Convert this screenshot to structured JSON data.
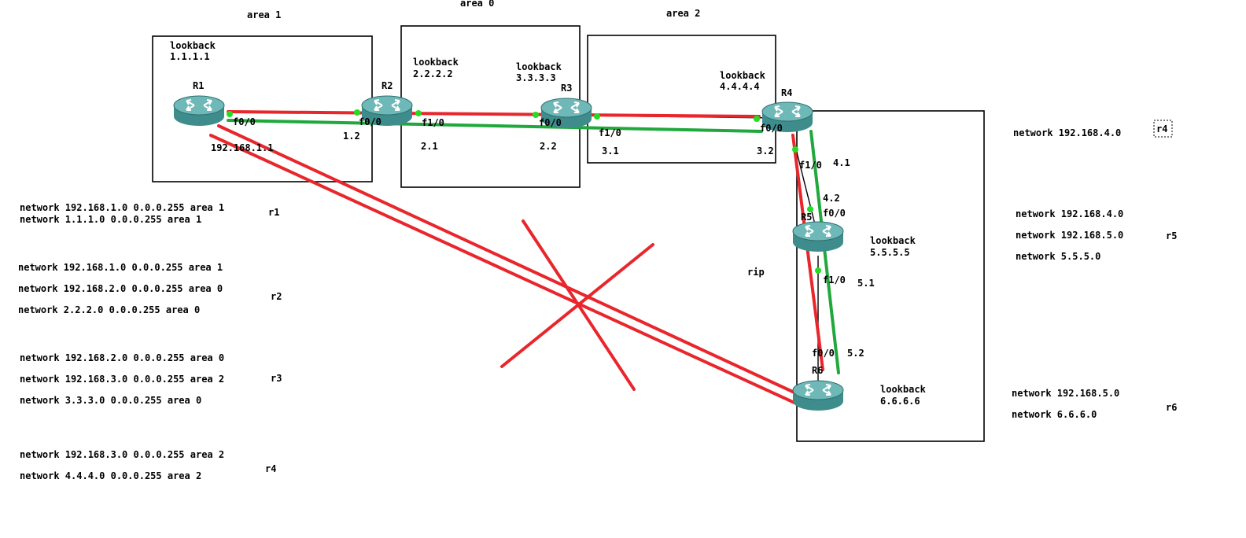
{
  "colors": {
    "router_body": "#3e8c8c",
    "router_top": "#6fb8b8",
    "ospf_path_red": "#e8262c",
    "ospf_path_green": "#20a83c",
    "port_dot": "#22dd22"
  },
  "areas": {
    "area1": "area 1",
    "area0": "area 0",
    "area2": "area 2",
    "rip": "rip"
  },
  "routers": {
    "r1": {
      "name": "R1",
      "loopback_label": "lookback",
      "loopback_ip": "1.1.1.1",
      "icon": "router-icon"
    },
    "r2": {
      "name": "R2",
      "loopback_label": "lookback",
      "loopback_ip": "2.2.2.2",
      "icon": "router-icon"
    },
    "r3": {
      "name": "R3",
      "loopback_label": "lookback",
      "loopback_ip": "3.3.3.3",
      "icon": "router-icon"
    },
    "r4": {
      "name": "R4",
      "loopback_label": "lookback",
      "loopback_ip": "4.4.4.4",
      "icon": "router-icon"
    },
    "r5": {
      "name": "R5",
      "loopback_label": "lookback",
      "loopback_ip": "5.5.5.5",
      "icon": "router-icon"
    },
    "r6": {
      "name": "R6",
      "loopback_label": "lookback",
      "loopback_ip": "6.6.6.6",
      "icon": "router-icon"
    }
  },
  "interfaces": {
    "r1_f00": "f0/0",
    "r2_f00": "f0/0",
    "r2_f10": "f1/0",
    "r3_f00": "f0/0",
    "r3_f10": "f1/0",
    "r4_f00": "f0/0",
    "r4_f10": "f1/0",
    "r5_f00": "f0/0",
    "r5_f10": "f1/0",
    "r6_f00": "f0/0"
  },
  "addresses": {
    "r1_addr": "192.168.1.1",
    "r2_addr_a": "1.2",
    "r2_addr_b": "2.1",
    "r3_addr_a": "2.2",
    "r3_addr_b": "3.1",
    "r4_addr_a": "3.2",
    "r4_addr_b": "4.1",
    "r5_addr_a": "4.2",
    "r5_addr_b": "5.1",
    "r6_addr": "5.2"
  },
  "configs": {
    "r1": {
      "tag": "r1",
      "lines": [
        "network 192.168.1.0 0.0.0.255 area 1",
        "network 1.1.1.0 0.0.0.255 area 1"
      ]
    },
    "r2": {
      "tag": "r2",
      "lines": [
        "network 192.168.1.0 0.0.0.255 area 1",
        "network 192.168.2.0 0.0.0.255 area 0",
        "network 2.2.2.0 0.0.0.255 area 0"
      ]
    },
    "r3": {
      "tag": "r3",
      "lines": [
        "network 192.168.2.0 0.0.0.255 area 0",
        "network 192.168.3.0 0.0.0.255 area 2",
        "network 3.3.3.0 0.0.0.255 area 0"
      ]
    },
    "r4": {
      "tag": "r4",
      "lines": [
        "network 192.168.3.0 0.0.0.255 area 2",
        "network 4.4.4.0 0.0.0.255 area 2"
      ]
    },
    "r4_rip": {
      "tag": "r4",
      "lines": [
        "network 192.168.4.0"
      ]
    },
    "r5_rip": {
      "tag": "r5",
      "lines": [
        "network 192.168.4.0",
        "network 192.168.5.0",
        "network 5.5.5.0"
      ]
    },
    "r6_rip": {
      "tag": "r6",
      "lines": [
        "network 192.168.5.0",
        "network 6.6.6.0"
      ]
    }
  }
}
